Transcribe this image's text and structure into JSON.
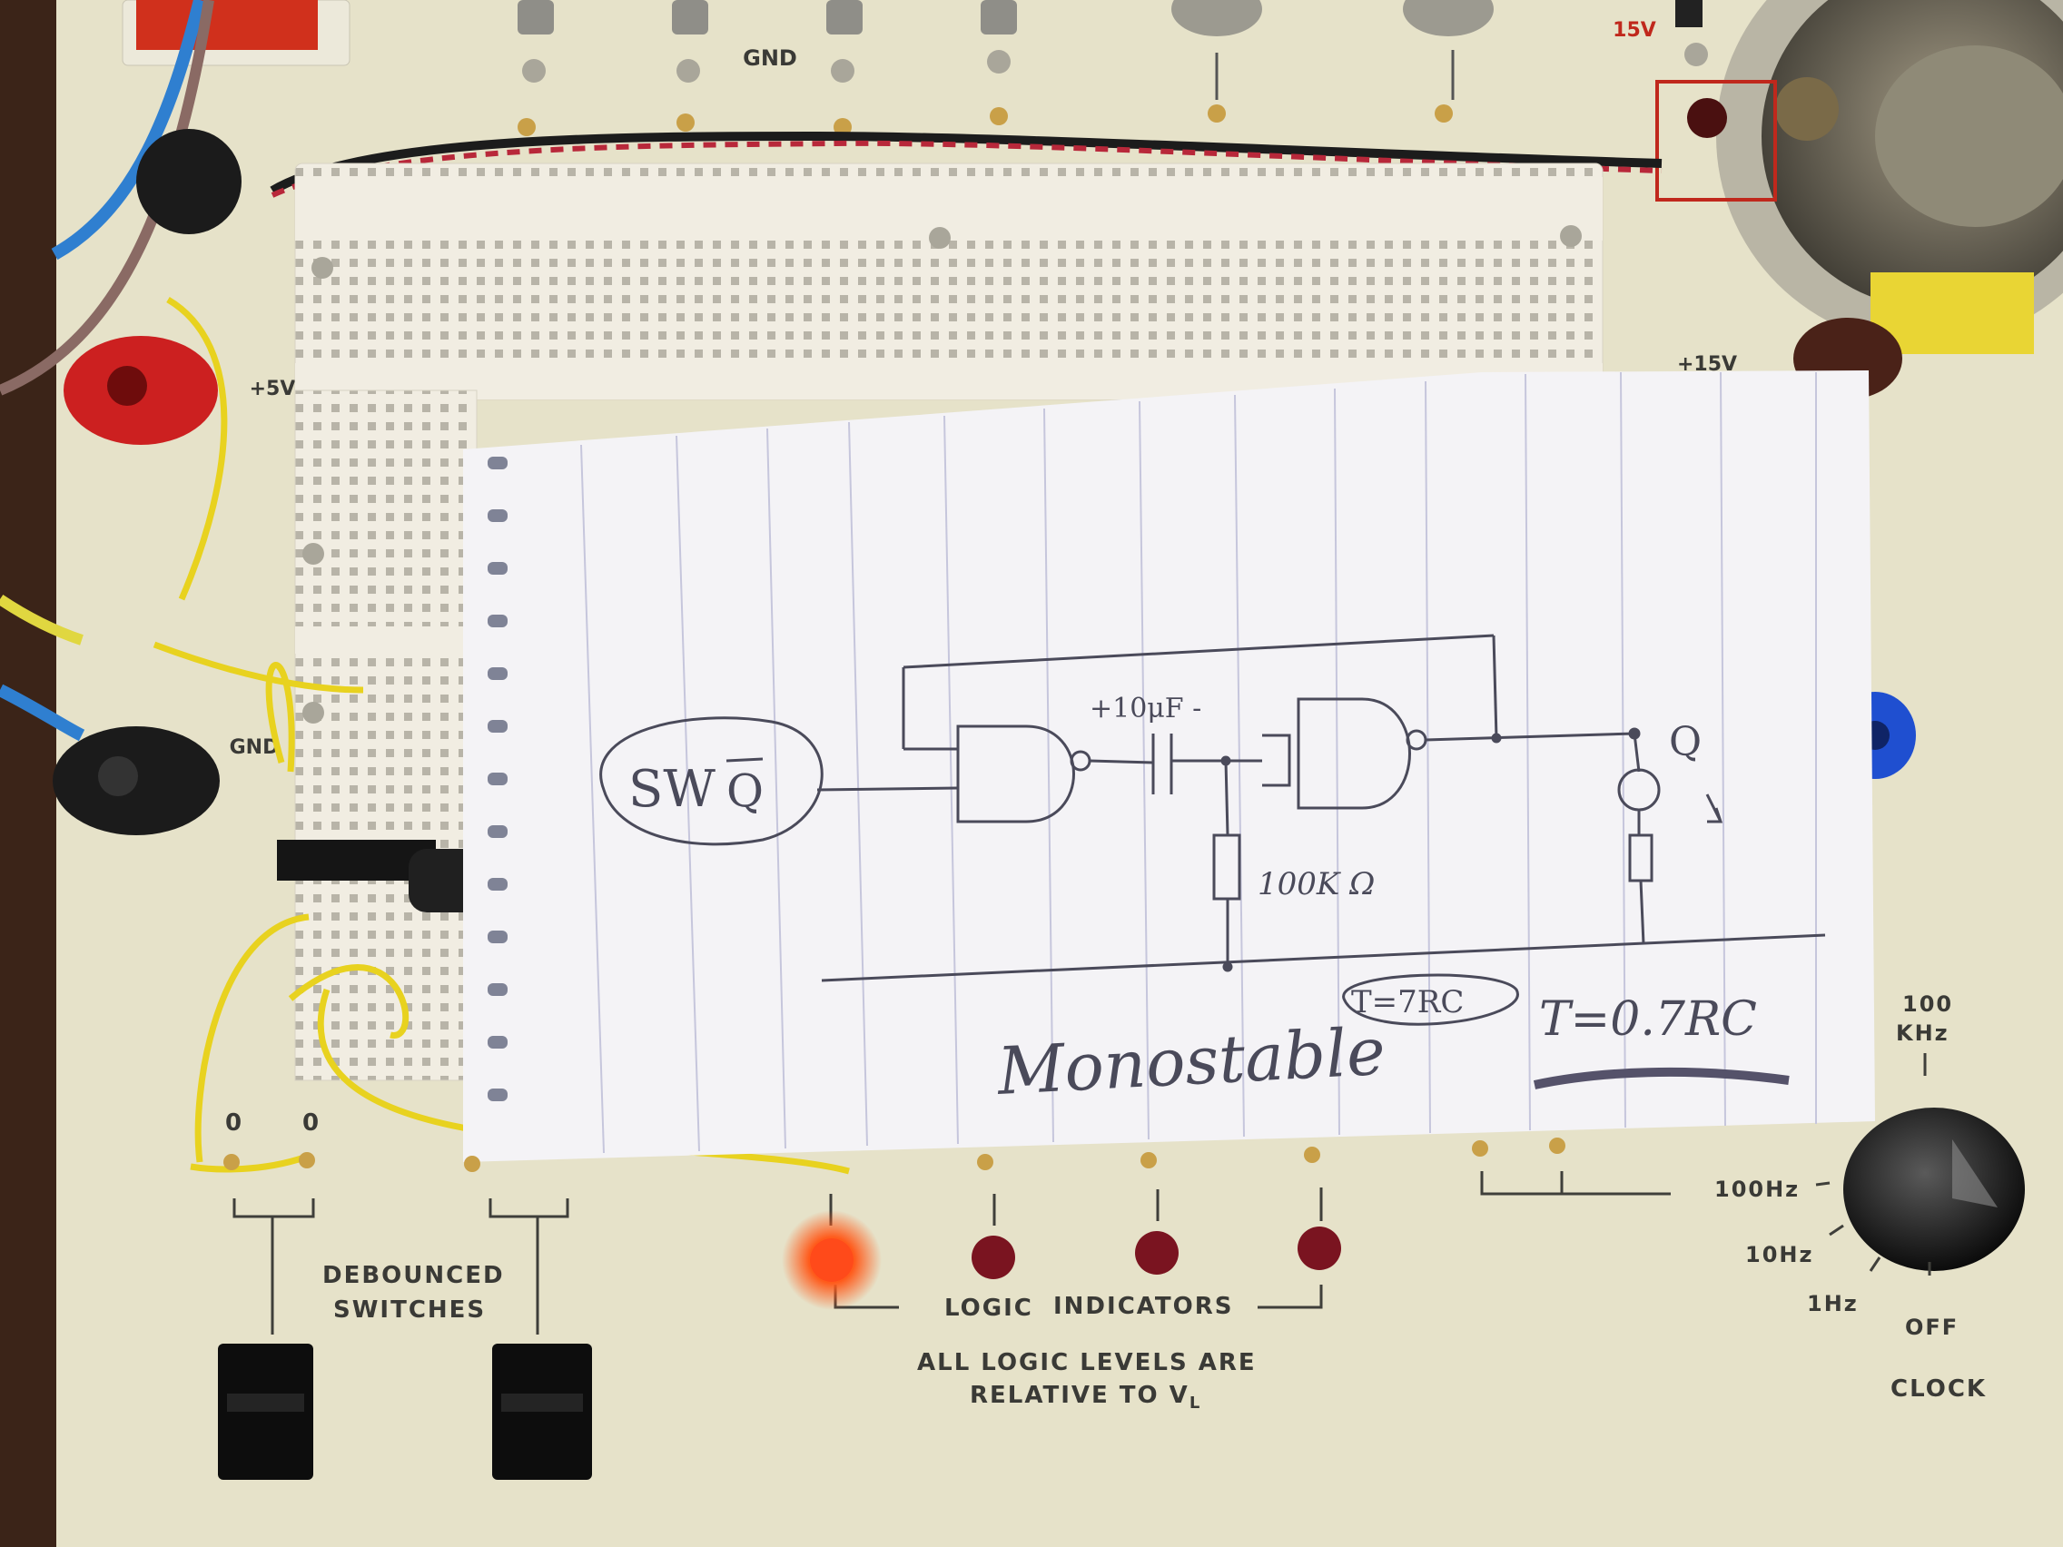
{
  "top_labels": {
    "gnd": "GND",
    "v15_red": "15V",
    "plus5v": "+5V",
    "plus15v": "+15V",
    "gnd_side": "GND"
  },
  "switch_labels": {
    "zero_left": "0",
    "zero_right": "0",
    "debounced_line1": "DEBOUNCED",
    "debounced_line2": "SWITCHES"
  },
  "logic": {
    "title_logic": "LOGIC",
    "title_indicators": "INDICATORS",
    "note_line1": "ALL LOGIC LEVELS ARE",
    "note_line2_prefix": "RELATIVE TO V",
    "note_line2_sub": "L"
  },
  "clock": {
    "top_value": "100",
    "top_unit": "KHz",
    "hz100": "100Hz",
    "hz10": "10Hz",
    "hz1": "1Hz",
    "off": "OFF",
    "clock": "CLOCK"
  },
  "sketch": {
    "sw_label": "SW",
    "q_bar": "Q",
    "cap_label": "+10μF -",
    "res_label": "100K Ω",
    "q_out": "Q",
    "formula_circled": "T=7RC",
    "formula": "T=0.7RC",
    "title": "Monostable"
  },
  "colors": {
    "panel": "#e6e2c9",
    "breadboard": "#f1ede2",
    "paper": "#f4f3f6",
    "led_on": "#ff4a1a",
    "led_off": "#7a1420",
    "wire_yellow": "#e8d21f",
    "wire_blue": "#2f7fd0",
    "ink": "#4a4a5a"
  }
}
